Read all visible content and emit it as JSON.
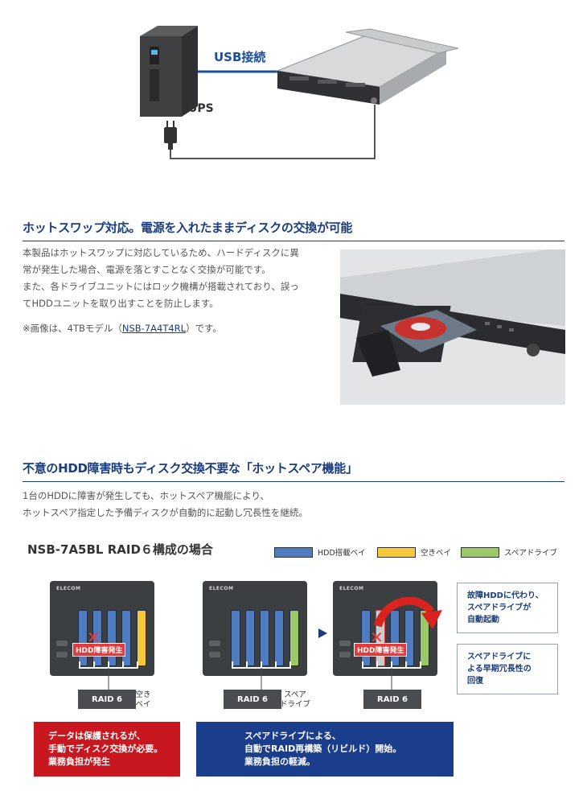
{
  "diagram": {
    "usb_label": "USB接続",
    "ups_label": "UPS"
  },
  "hotswap": {
    "title": "ホットスワップ対応。電源を入れたままディスクの交換が可能",
    "para_lines": [
      "本製品はホットスワップに対応しているため、ハードディスクに異",
      "常が発生した場合、電源を落とすことなく交換が可能です。",
      "また、各ドライブユニットにはロック機構が搭載されており、誤っ",
      "てHDDユニットを取り出すことを防止します。"
    ],
    "note_prefix": "※画像は、4TBモデル（",
    "note_link": "NSB-7A4T4RL",
    "note_suffix": "）です。"
  },
  "hotspare": {
    "title": "不意のHDD障害時もディスク交換不要な「ホットスペア機能」",
    "para_lines": [
      "1台のHDDに障害が発生しても、ホットスペア機能により、",
      "ホットスペア指定した予備ディスクが自動的に起動し冗長性を継続。"
    ],
    "config_title": "NSB-7A5BL RAID６構成の場合"
  },
  "legend": {
    "items": [
      {
        "label": "HDD搭載ベイ",
        "color": "#4f7bc0"
      },
      {
        "label": "空きベイ",
        "color": "#f8c93a"
      },
      {
        "label": "スペアドライブ",
        "color": "#9dc86a"
      }
    ]
  },
  "nas": {
    "logo": "ELECOM",
    "raid_label": "RAID 6",
    "fail_label": "HDD障害発生",
    "empty_bay_label": [
      "空き",
      "ベイ"
    ],
    "spare_label": [
      "スペア",
      "ドライブ"
    ]
  },
  "callouts": {
    "top": [
      "故障HDDに代わり、",
      "スペアドライブが",
      "自動起動"
    ],
    "bottom": [
      "スペアドライブに",
      "よる早期冗長性の",
      "回復"
    ]
  },
  "notes": {
    "left": [
      "データは保護されるが、",
      "手動でディスク交換が必要。",
      "業務負担が発生"
    ],
    "right": [
      "スペアドライブによる、",
      "自動でRAID再構築（リビルド）開始。",
      "業務負担の軽減。"
    ]
  },
  "colors": {
    "heading": "#1a3d7c",
    "hdd_bay": "#4f7bc0",
    "empty_bay": "#f8c93a",
    "spare_drive": "#9dc86a",
    "note_left_bg": "#c8171e",
    "note_right_bg": "#1a3d8c"
  }
}
